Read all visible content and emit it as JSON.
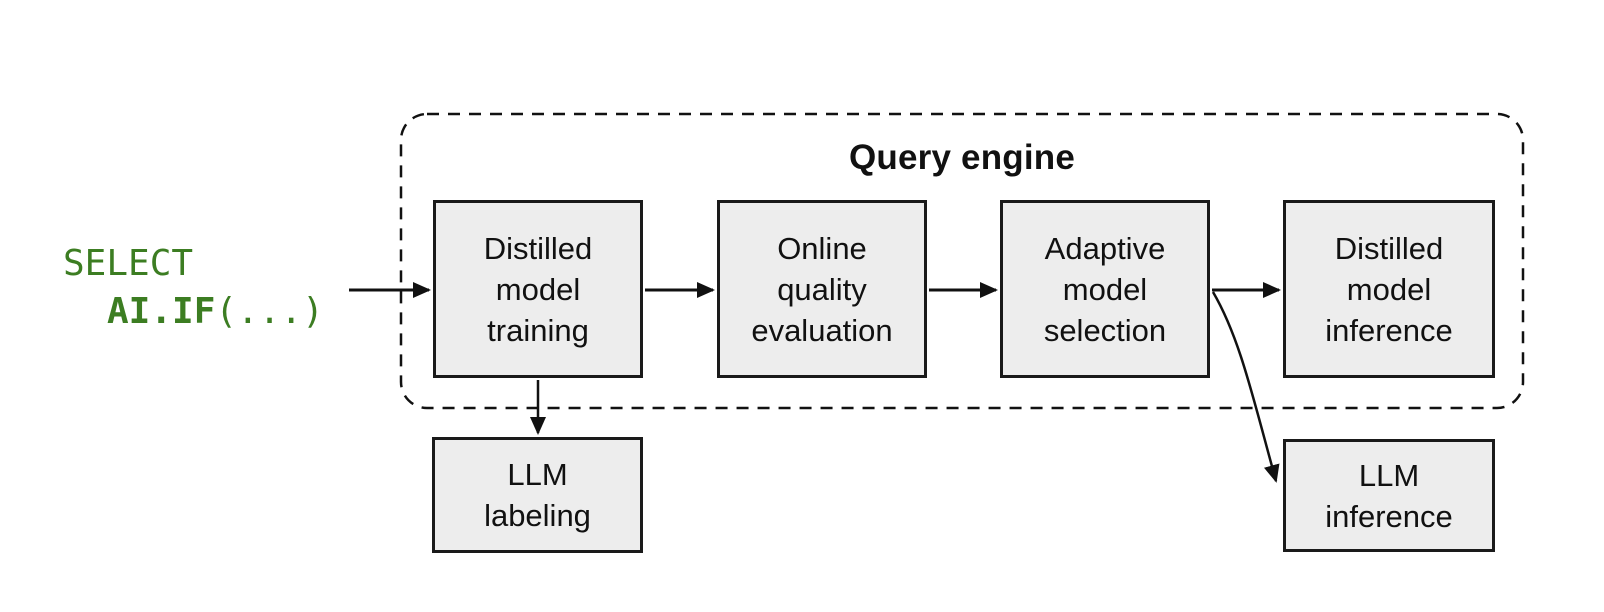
{
  "colors": {
    "sql_green": "#3c7d22",
    "box_fill": "#ededed",
    "box_border": "#1a1a1a",
    "ink": "#111111",
    "background": "#ffffff"
  },
  "sql": {
    "line1": "SELECT",
    "func": "AI.IF",
    "args": "(...)"
  },
  "query_engine": {
    "title": "Query engine"
  },
  "nodes": {
    "training": {
      "label": "Distilled\nmodel\ntraining"
    },
    "evaluation": {
      "label": "Online\nquality\nevaluation"
    },
    "selection": {
      "label": "Adaptive\nmodel\nselection"
    },
    "inference": {
      "label": "Distilled\nmodel\ninference"
    },
    "llm_labeling": {
      "label": "LLM\nlabeling"
    },
    "llm_inference": {
      "label": "LLM\ninference"
    }
  },
  "edges": [
    {
      "from": "sql-query",
      "to": "distilled-model-training"
    },
    {
      "from": "distilled-model-training",
      "to": "online-quality-evaluation"
    },
    {
      "from": "online-quality-evaluation",
      "to": "adaptive-model-selection"
    },
    {
      "from": "adaptive-model-selection",
      "to": "distilled-model-inference"
    },
    {
      "from": "distilled-model-training",
      "to": "llm-labeling"
    },
    {
      "from": "adaptive-model-selection",
      "to": "llm-inference"
    }
  ]
}
